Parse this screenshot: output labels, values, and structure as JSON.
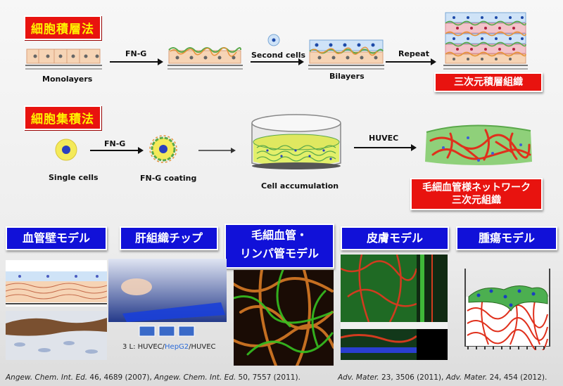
{
  "row1": {
    "tag": "細胞積層法",
    "monolayers": "Monolayers",
    "fng": "FN-G",
    "second_cells": "Second cells",
    "bilayers": "Bilayers",
    "repeat": "Repeat",
    "result": "三次元積層組織"
  },
  "row2": {
    "tag": "細胞集積法",
    "single_cells": "Single cells",
    "fng": "FN-G",
    "fng_coating": "FN-G coating",
    "cell_accumulation": "Cell accumulation",
    "huvec": "HUVEC",
    "result_line1": "毛細血管様ネットワーク",
    "result_line2": "三次元組織"
  },
  "models": {
    "vessel_wall": "血管壁モデル",
    "liver_chip": "肝組織チップ",
    "lymph_line1": "毛細血管・",
    "lymph_line2": "リンパ管モデル",
    "skin": "皮膚モデル",
    "tumor": "腫瘍モデル",
    "chip_caption_prefix": "3 L: HUVEC/",
    "chip_caption_mid": "HepG2",
    "chip_caption_suffix": "/HUVEC"
  },
  "citations": {
    "left_journal1": "Angew. Chem. Int. Ed.",
    "left_ref1": " 46, 4689 (2007),",
    "left_journal2": "Angew. Chem. Int. Ed.",
    "left_ref2": " 50, 7557 (2011).",
    "right_journal1": "Adv. Mater.",
    "right_ref1": " 23, 3506 (2011),",
    "right_journal2": "Adv. Mater.",
    "right_ref2": " 24, 454 (2012)."
  },
  "colors": {
    "red_tag": "#e8130f",
    "yellow_text": "#fff200",
    "blue_tag": "#1111d8",
    "fiber_green": "#5aa84a",
    "fiber_orange": "#e7933a",
    "vessel_red": "#e0301c"
  }
}
